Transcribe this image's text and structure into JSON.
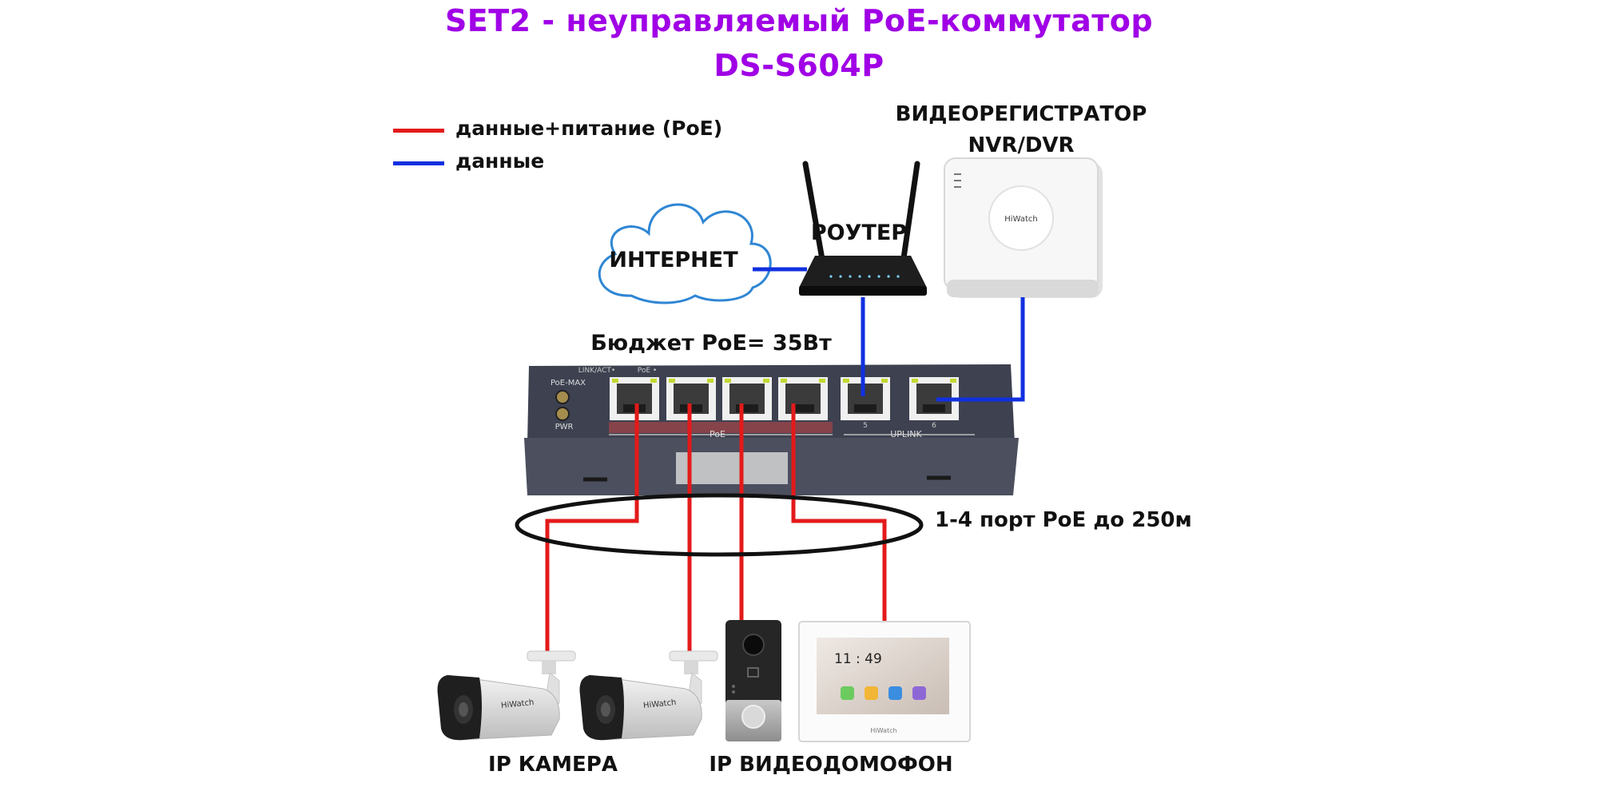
{
  "title": {
    "line1": "SET2 - неуправляемый PoE-коммутатор",
    "line2": "DS-S604P"
  },
  "legend": {
    "items": [
      {
        "label": "данные+питание (PoE)",
        "color": "#e31a1a"
      },
      {
        "label": "данные",
        "color": "#1030e0"
      }
    ]
  },
  "labels": {
    "internet": "ИНТЕРНЕТ",
    "router": "РОУТЕР",
    "nvr_line1": "ВИДЕОРЕГИСТРАТОР",
    "nvr_line2": "NVR/DVR",
    "poe_budget": "Бюджет PoE= 35Вт",
    "poe_ports_note": "1-4 порт PoE до 250м",
    "ip_camera": "IP КАМЕРА",
    "ip_intercom": "IP ВИДЕОДОМОФОН"
  },
  "switch_panel": {
    "link_act": "LINK/ACT•",
    "poe_dot": "PoE •",
    "poe_max": "PoE-MAX",
    "pwr": "PWR",
    "poe_group": "PoE",
    "uplink_group": "UPLINK",
    "port5": "5",
    "port6": "6"
  },
  "devices": {
    "brand": "HiWatch",
    "monitor_time": "11 : 49"
  },
  "colors": {
    "title": "#a000e6",
    "poe_line": "#e31a1a",
    "data_line": "#1030e0",
    "switch_body": "#3d4150"
  }
}
